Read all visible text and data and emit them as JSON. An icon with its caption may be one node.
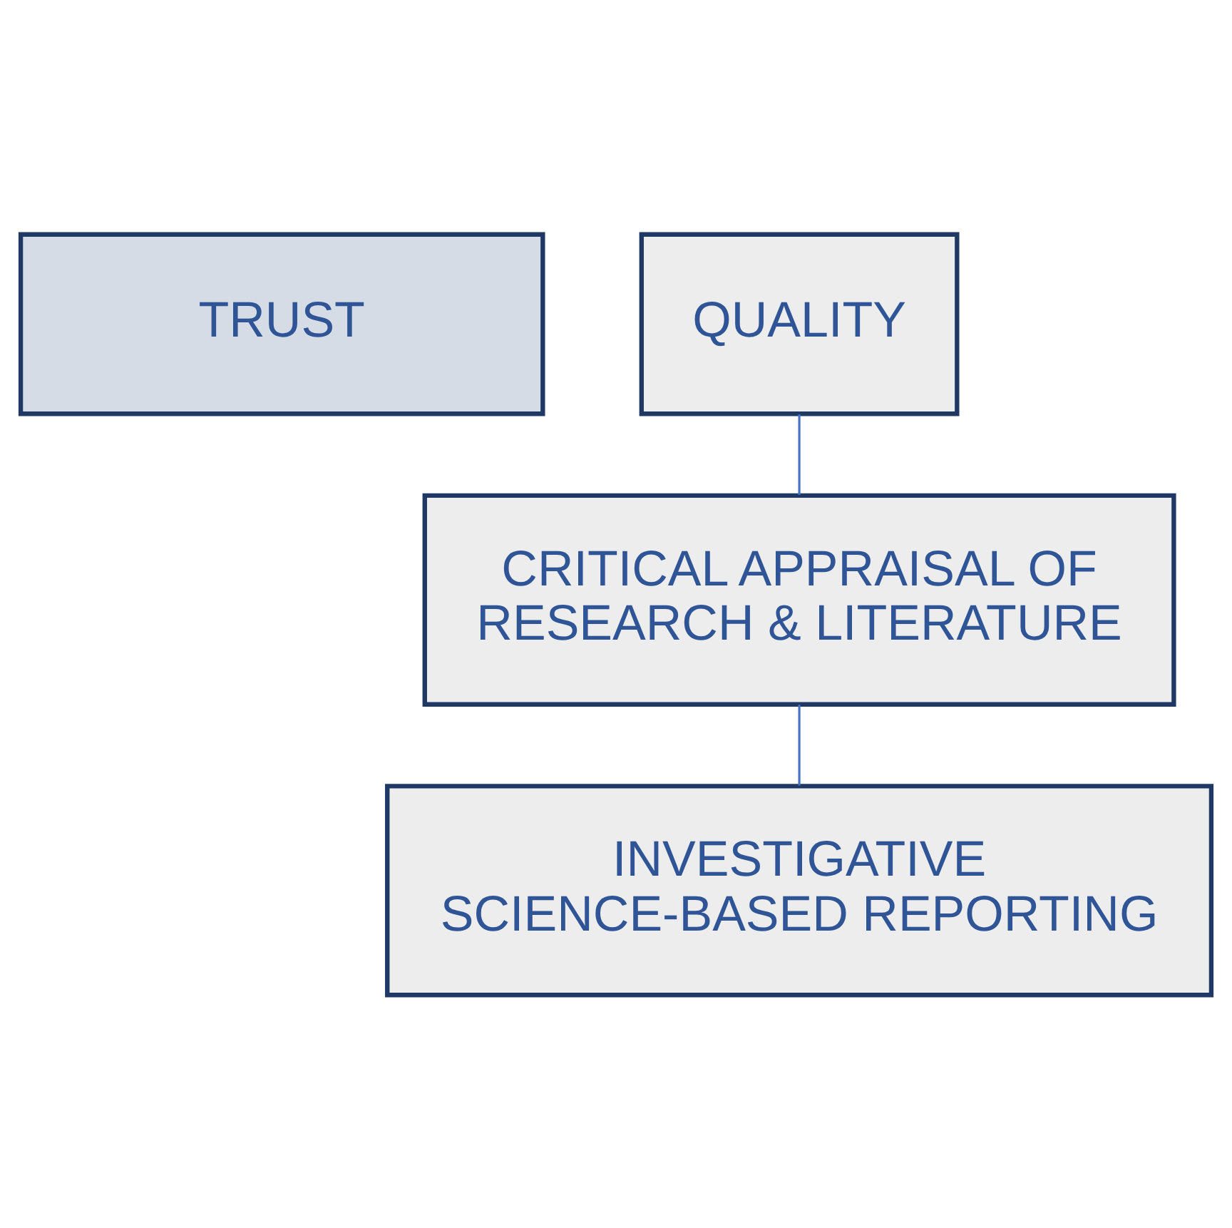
{
  "diagram": {
    "nodes": [
      {
        "text": [
          "TRUST"
        ]
      },
      {
        "text": [
          "QUALITY"
        ]
      },
      {
        "text": [
          "CRITICAL APPRAISAL OF RESEARCH & LITERATURE"
        ]
      },
      {
        "text": [
          "INVESTIGATIVE SCIENCE-BASED REPORTING"
        ]
      }
    ],
    "edges": [
      {
        "from": 1,
        "to": 2,
        "arrow": "none"
      },
      {
        "from": 2,
        "to": 3,
        "arrow": "none"
      }
    ]
  }
}
